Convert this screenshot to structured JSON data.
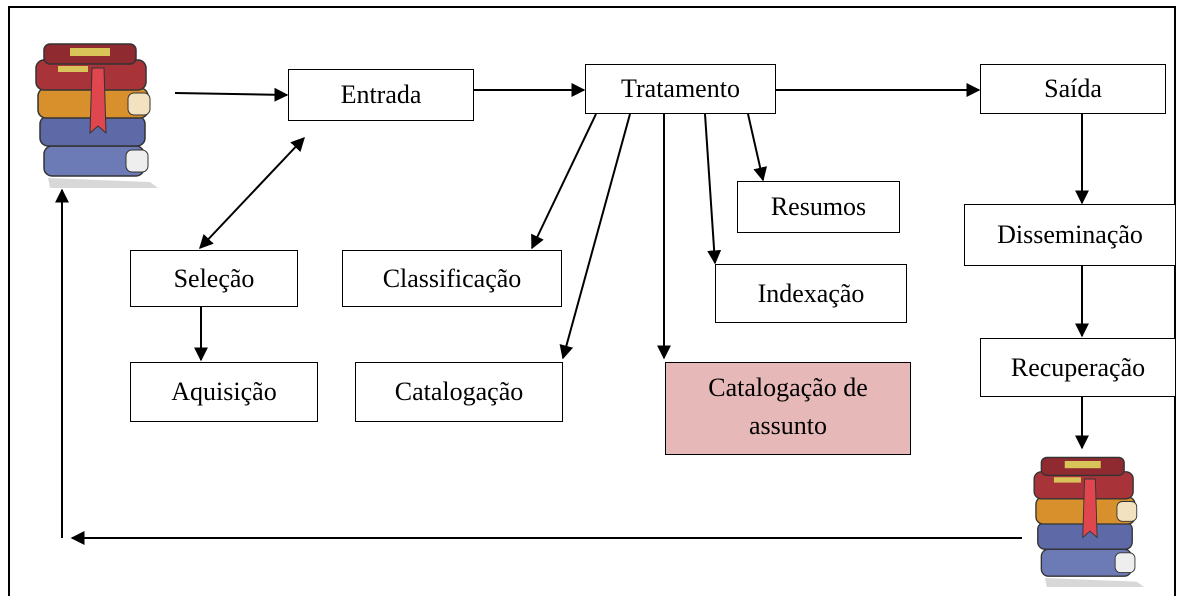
{
  "nodes": {
    "entrada": "Entrada",
    "tratamento": "Tratamento",
    "saida": "Saída",
    "selecao": "Seleção",
    "aquisicao": "Aquisição",
    "classificacao": "Classificação",
    "catalogacao": "Catalogação",
    "catalogacao_assunto": "Catalogação de assunto",
    "resumos": "Resumos",
    "indexacao": "Indexação",
    "disseminacao": "Disseminação",
    "recuperacao": "Recuperação"
  },
  "colors": {
    "highlight": "#e6b8b7",
    "line": "#000000"
  },
  "icons": [
    "books-stack-icon",
    "books-stack-icon"
  ]
}
